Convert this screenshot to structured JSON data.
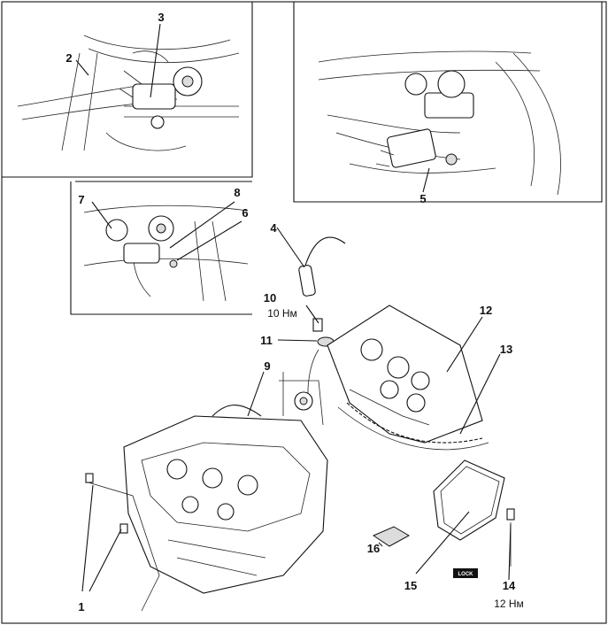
{
  "callouts": [
    "1",
    "2",
    "3",
    "4",
    "5",
    "6",
    "7",
    "8",
    "9",
    "10",
    "11",
    "12",
    "13",
    "14",
    "15",
    "16"
  ],
  "torque": {
    "item10": "10 Нм",
    "item14": "12 Нм"
  },
  "tags": {
    "lock": "LOCK"
  },
  "colors": {
    "ink": "#111111",
    "paper": "#ffffff"
  }
}
